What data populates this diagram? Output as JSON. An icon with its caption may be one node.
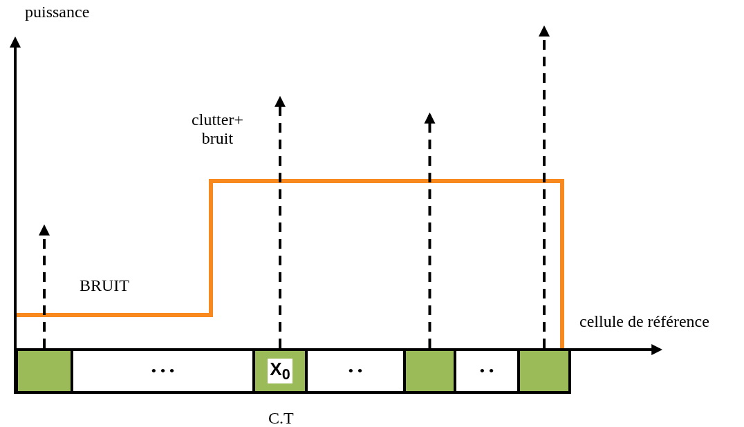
{
  "diagram": {
    "nodes": [
      {
        "text": [],
        "shape": "box"
      },
      {
        "text": [
          "• • •"
        ]
      },
      {
        "text": [
          "X$_{0}$"
        ]
      },
      {
        "text": [
          "• •"
        ]
      },
      {
        "text": [],
        "shape": "box"
      },
      {
        "text": [
          "• •"
        ]
      },
      {
        "text": [],
        "shape": "box"
      }
    ],
    "edges": [
      {
        "from": 0,
        "to": null,
        "arrow": "to",
        "style": "dashed"
      },
      {
        "from": 2,
        "to": null,
        "arrow": "to",
        "style": "dashed"
      },
      {
        "from": 4,
        "to": null,
        "arrow": "to",
        "style": "dashed"
      },
      {
        "from": 6,
        "to": null,
        "arrow": "to",
        "style": "dashed"
      }
    ],
    "labels": [
      "puissance",
      "clutter+ bruit",
      "BRUIT",
      "cellule de référence",
      "C.T"
    ]
  }
}
